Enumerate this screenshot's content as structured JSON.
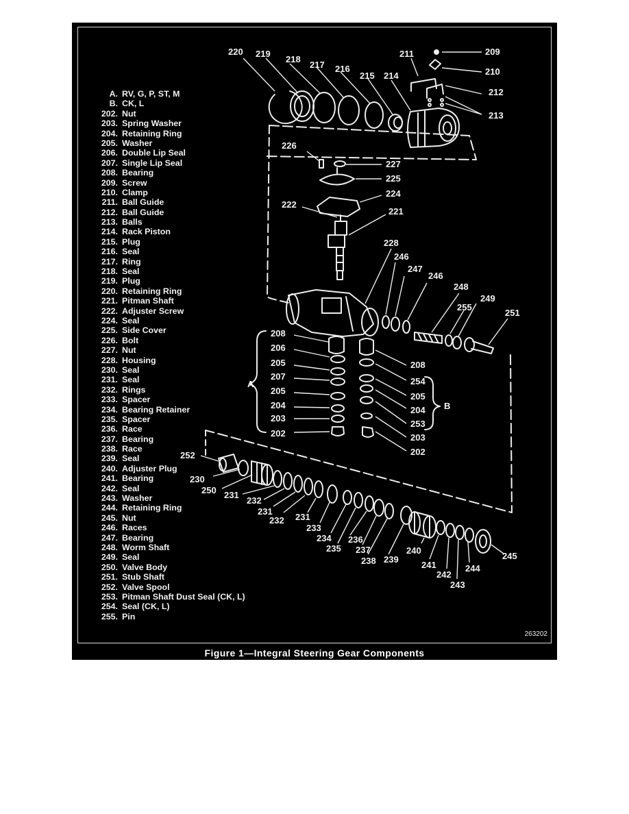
{
  "caption": "Figure 1—Integral Steering Gear Components",
  "figure_id": "263202",
  "legend": [
    {
      "num": "A.",
      "name": "RV, G, P, ST, M"
    },
    {
      "num": "B.",
      "name": "CK, L"
    },
    {
      "num": "202.",
      "name": "Nut"
    },
    {
      "num": "203.",
      "name": "Spring Washer"
    },
    {
      "num": "204.",
      "name": "Retaining Ring"
    },
    {
      "num": "205.",
      "name": "Washer"
    },
    {
      "num": "206.",
      "name": "Double Lip Seal"
    },
    {
      "num": "207.",
      "name": "Single Lip Seal"
    },
    {
      "num": "208.",
      "name": "Bearing"
    },
    {
      "num": "209.",
      "name": "Screw"
    },
    {
      "num": "210.",
      "name": "Clamp"
    },
    {
      "num": "211.",
      "name": "Ball Guide"
    },
    {
      "num": "212.",
      "name": "Ball Guide"
    },
    {
      "num": "213.",
      "name": "Balls"
    },
    {
      "num": "214.",
      "name": "Rack Piston"
    },
    {
      "num": "215.",
      "name": "Plug"
    },
    {
      "num": "216.",
      "name": "Seal"
    },
    {
      "num": "217.",
      "name": "Ring"
    },
    {
      "num": "218.",
      "name": "Seal"
    },
    {
      "num": "219.",
      "name": "Plug"
    },
    {
      "num": "220.",
      "name": "Retaining Ring"
    },
    {
      "num": "221.",
      "name": "Pitman Shaft"
    },
    {
      "num": "222.",
      "name": "Adjuster Screw"
    },
    {
      "num": "224.",
      "name": "Seal"
    },
    {
      "num": "225.",
      "name": "Side Cover"
    },
    {
      "num": "226.",
      "name": "Bolt"
    },
    {
      "num": "227.",
      "name": "Nut"
    },
    {
      "num": "228.",
      "name": "Housing"
    },
    {
      "num": "230.",
      "name": "Seal"
    },
    {
      "num": "231.",
      "name": "Seal"
    },
    {
      "num": "232.",
      "name": "Rings"
    },
    {
      "num": "233.",
      "name": "Spacer"
    },
    {
      "num": "234.",
      "name": "Bearing Retainer"
    },
    {
      "num": "235.",
      "name": "Spacer"
    },
    {
      "num": "236.",
      "name": "Race"
    },
    {
      "num": "237.",
      "name": "Bearing"
    },
    {
      "num": "238.",
      "name": "Race"
    },
    {
      "num": "239.",
      "name": "Seal"
    },
    {
      "num": "240.",
      "name": "Adjuster Plug"
    },
    {
      "num": "241.",
      "name": "Bearing"
    },
    {
      "num": "242.",
      "name": "Seal"
    },
    {
      "num": "243.",
      "name": "Washer"
    },
    {
      "num": "244.",
      "name": "Retaining Ring"
    },
    {
      "num": "245.",
      "name": "Nut"
    },
    {
      "num": "246.",
      "name": "Races"
    },
    {
      "num": "247.",
      "name": "Bearing"
    },
    {
      "num": "248.",
      "name": "Worm Shaft"
    },
    {
      "num": "249.",
      "name": "Seal"
    },
    {
      "num": "250.",
      "name": "Valve Body"
    },
    {
      "num": "251.",
      "name": "Stub Shaft"
    },
    {
      "num": "252.",
      "name": "Valve Spool"
    },
    {
      "num": "253.",
      "name": "Pitman Shaft Dust Seal (CK, L)"
    },
    {
      "num": "254.",
      "name": "Seal (CK, L)"
    },
    {
      "num": "255.",
      "name": "Pin"
    }
  ],
  "callouts": {
    "c220": "220",
    "c219": "219",
    "c218": "218",
    "c217": "217",
    "c216": "216",
    "c215": "215",
    "c214": "214",
    "c211": "211",
    "c209": "209",
    "c210": "210",
    "c212": "212",
    "c213": "213",
    "c226": "226",
    "c227": "227",
    "c225": "225",
    "c224": "224",
    "c222": "222",
    "c221": "221",
    "c228": "228",
    "c246a": "246",
    "c247": "247",
    "c246b": "246",
    "c248": "248",
    "c249": "249",
    "c255": "255",
    "c251": "251",
    "cA208": "208",
    "cA206": "206",
    "cA205": "205",
    "cA207": "207",
    "cA205b": "205",
    "cA204": "204",
    "cA203": "203",
    "cA202": "202",
    "cB208": "208",
    "cB254": "254",
    "cB205": "205",
    "cB204": "204",
    "cB253": "253",
    "cB203": "203",
    "cB202": "202",
    "groupA": "A",
    "groupB": "B",
    "c252": "252",
    "c230": "230",
    "c250": "250",
    "c231a": "231",
    "c232a": "232",
    "c231b": "231",
    "c232b": "232",
    "c231c": "231",
    "c233": "233",
    "c234": "234",
    "c235": "235",
    "c236": "236",
    "c237": "237",
    "c238": "238",
    "c239": "239",
    "c240": "240",
    "c241": "241",
    "c242": "242",
    "c243": "243",
    "c244": "244",
    "c245": "245"
  }
}
